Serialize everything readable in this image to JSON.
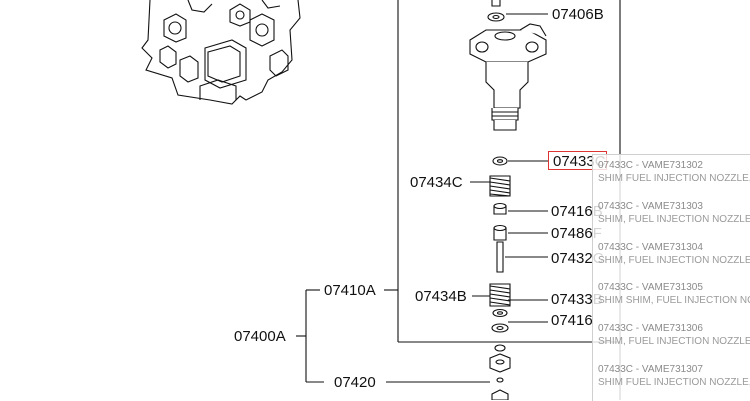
{
  "labels": {
    "l07406B": "07406B",
    "l07433C": "07433C",
    "l07434C": "07434C",
    "l07416B": "07416B",
    "l07486F": "07486F",
    "l07432C": "07432C",
    "l07410A": "07410A",
    "l07434B": "07434B",
    "l07433B": "07433B",
    "l07416": "07416",
    "l07400A": "07400A",
    "l07420": "07420"
  },
  "popup": {
    "items": [
      {
        "code": "07433C - VAME731302",
        "desc": "SHIM FUEL INJECTION NOZZLE, T"
      },
      {
        "code": "07433C - VAME731303",
        "desc": "SHIM, FUEL INJECTION NOZZLE, T"
      },
      {
        "code": "07433C - VAME731304",
        "desc": "SHIM, FUEL INJECTION NOZZLE, T"
      },
      {
        "code": "07433C - VAME731305",
        "desc": "SHIM SHIM, FUEL INJECTION NOZZ"
      },
      {
        "code": "07433C - VAME731306",
        "desc": "SHIM, FUEL INJECTION NOZZLE, T"
      },
      {
        "code": "07433C - VAME731307",
        "desc": "SHIM FUEL INJECTION NOZZLE, T"
      }
    ]
  },
  "colors": {
    "highlight": "#dd3333",
    "popup_text": "#8a8a8a"
  }
}
